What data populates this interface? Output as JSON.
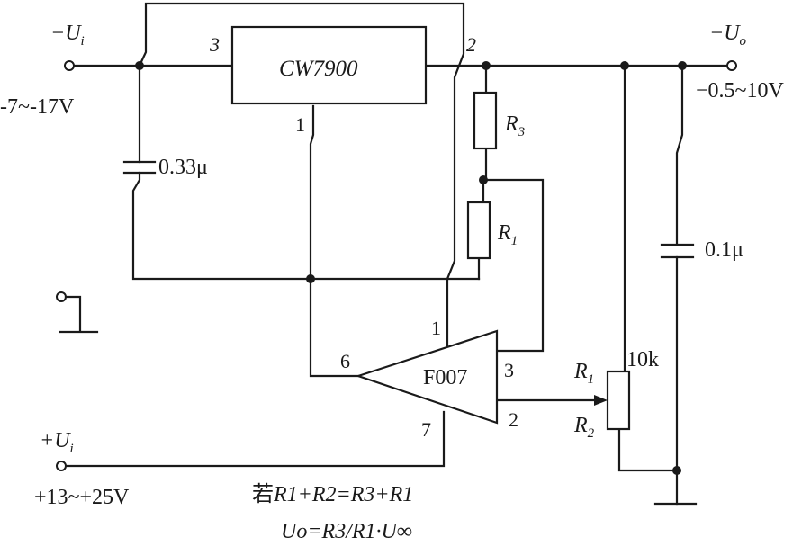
{
  "input_neg": {
    "symbol": "U",
    "prefix": "−",
    "subscript": "i",
    "range": "-7~-17V"
  },
  "input_pos": {
    "symbol": "U",
    "prefix": "+",
    "subscript": "i",
    "range": "+13~+25V"
  },
  "output": {
    "symbol": "U",
    "prefix": "−",
    "subscript": "o",
    "range": "−0.5~10V"
  },
  "regulator": {
    "name": "CW7900",
    "pin_in": "3",
    "pin_out": "2",
    "pin_common": "1"
  },
  "opamp": {
    "name": "F007",
    "pin_1": "1",
    "pin_2": "2",
    "pin_3": "3",
    "pin_6": "6",
    "pin_7": "7"
  },
  "capacitors": {
    "input": "0.33μ",
    "output": "0.1μ"
  },
  "resistors": {
    "r3": {
      "symbol": "R",
      "subscript": "3"
    },
    "r1": {
      "symbol": "R",
      "subscript": "1"
    }
  },
  "potentiometer": {
    "value": "10k",
    "upper": {
      "symbol": "R",
      "subscript": "1"
    },
    "lower": {
      "symbol": "R",
      "subscript": "2"
    }
  },
  "formulas": {
    "condition_prefix": "若",
    "condition": "R1+R2=R3+R1",
    "output": "Uo=R3/R1·U∞"
  },
  "colors": {
    "ink": "#1a1a1a",
    "background": "#ffffff"
  }
}
